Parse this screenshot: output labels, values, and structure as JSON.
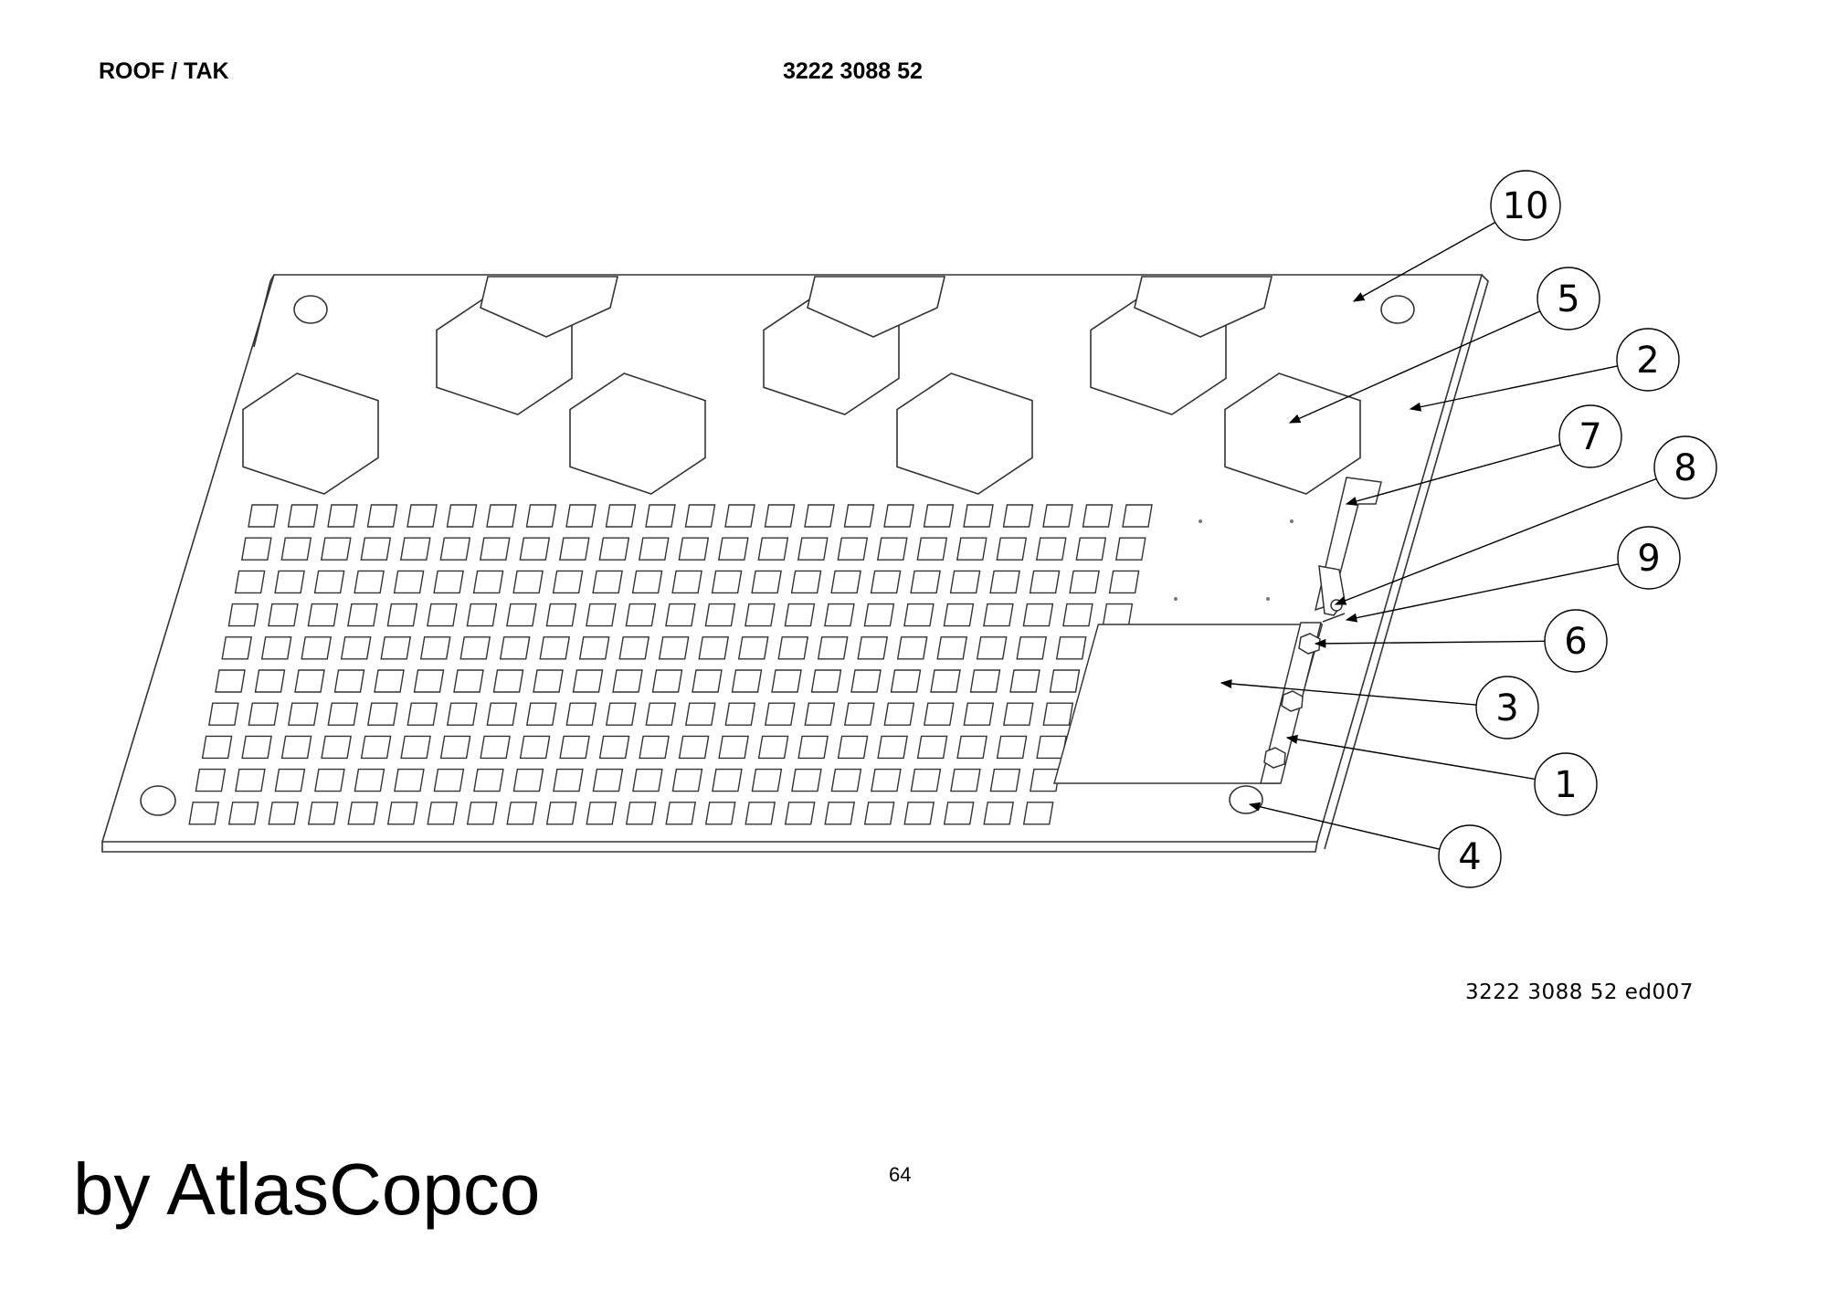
{
  "header": {
    "title": "ROOF / TAK",
    "part_number": "3222 3088 52"
  },
  "callouts": [
    "10",
    "5",
    "2",
    "7",
    "8",
    "9",
    "6",
    "3",
    "1",
    "4"
  ],
  "drawing_reference": "3222 3088 52 ed007",
  "footer": {
    "brand": "by AtlasCopco",
    "page_number": "64"
  }
}
